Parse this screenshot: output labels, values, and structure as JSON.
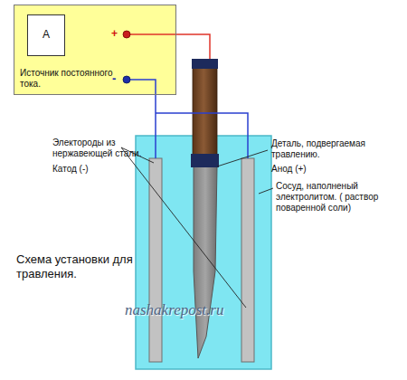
{
  "diagram": {
    "nodes": [
      {
        "text": [
          "Источник постоянного тока."
        ]
      },
      {
        "text": [
          "A"
        ],
        "in": 0
      }
    ],
    "labels": [
      "+",
      "-",
      "Электороды из нержавеющей стали.",
      "Катод (-)",
      "Деталь, подвергаемая травлению.",
      "Анод (+)",
      "Сосуд, наполненый электролитом. ( раствор поваренной соли)",
      "Схема установки для травления.",
      "nashakrepost.ru"
    ]
  }
}
